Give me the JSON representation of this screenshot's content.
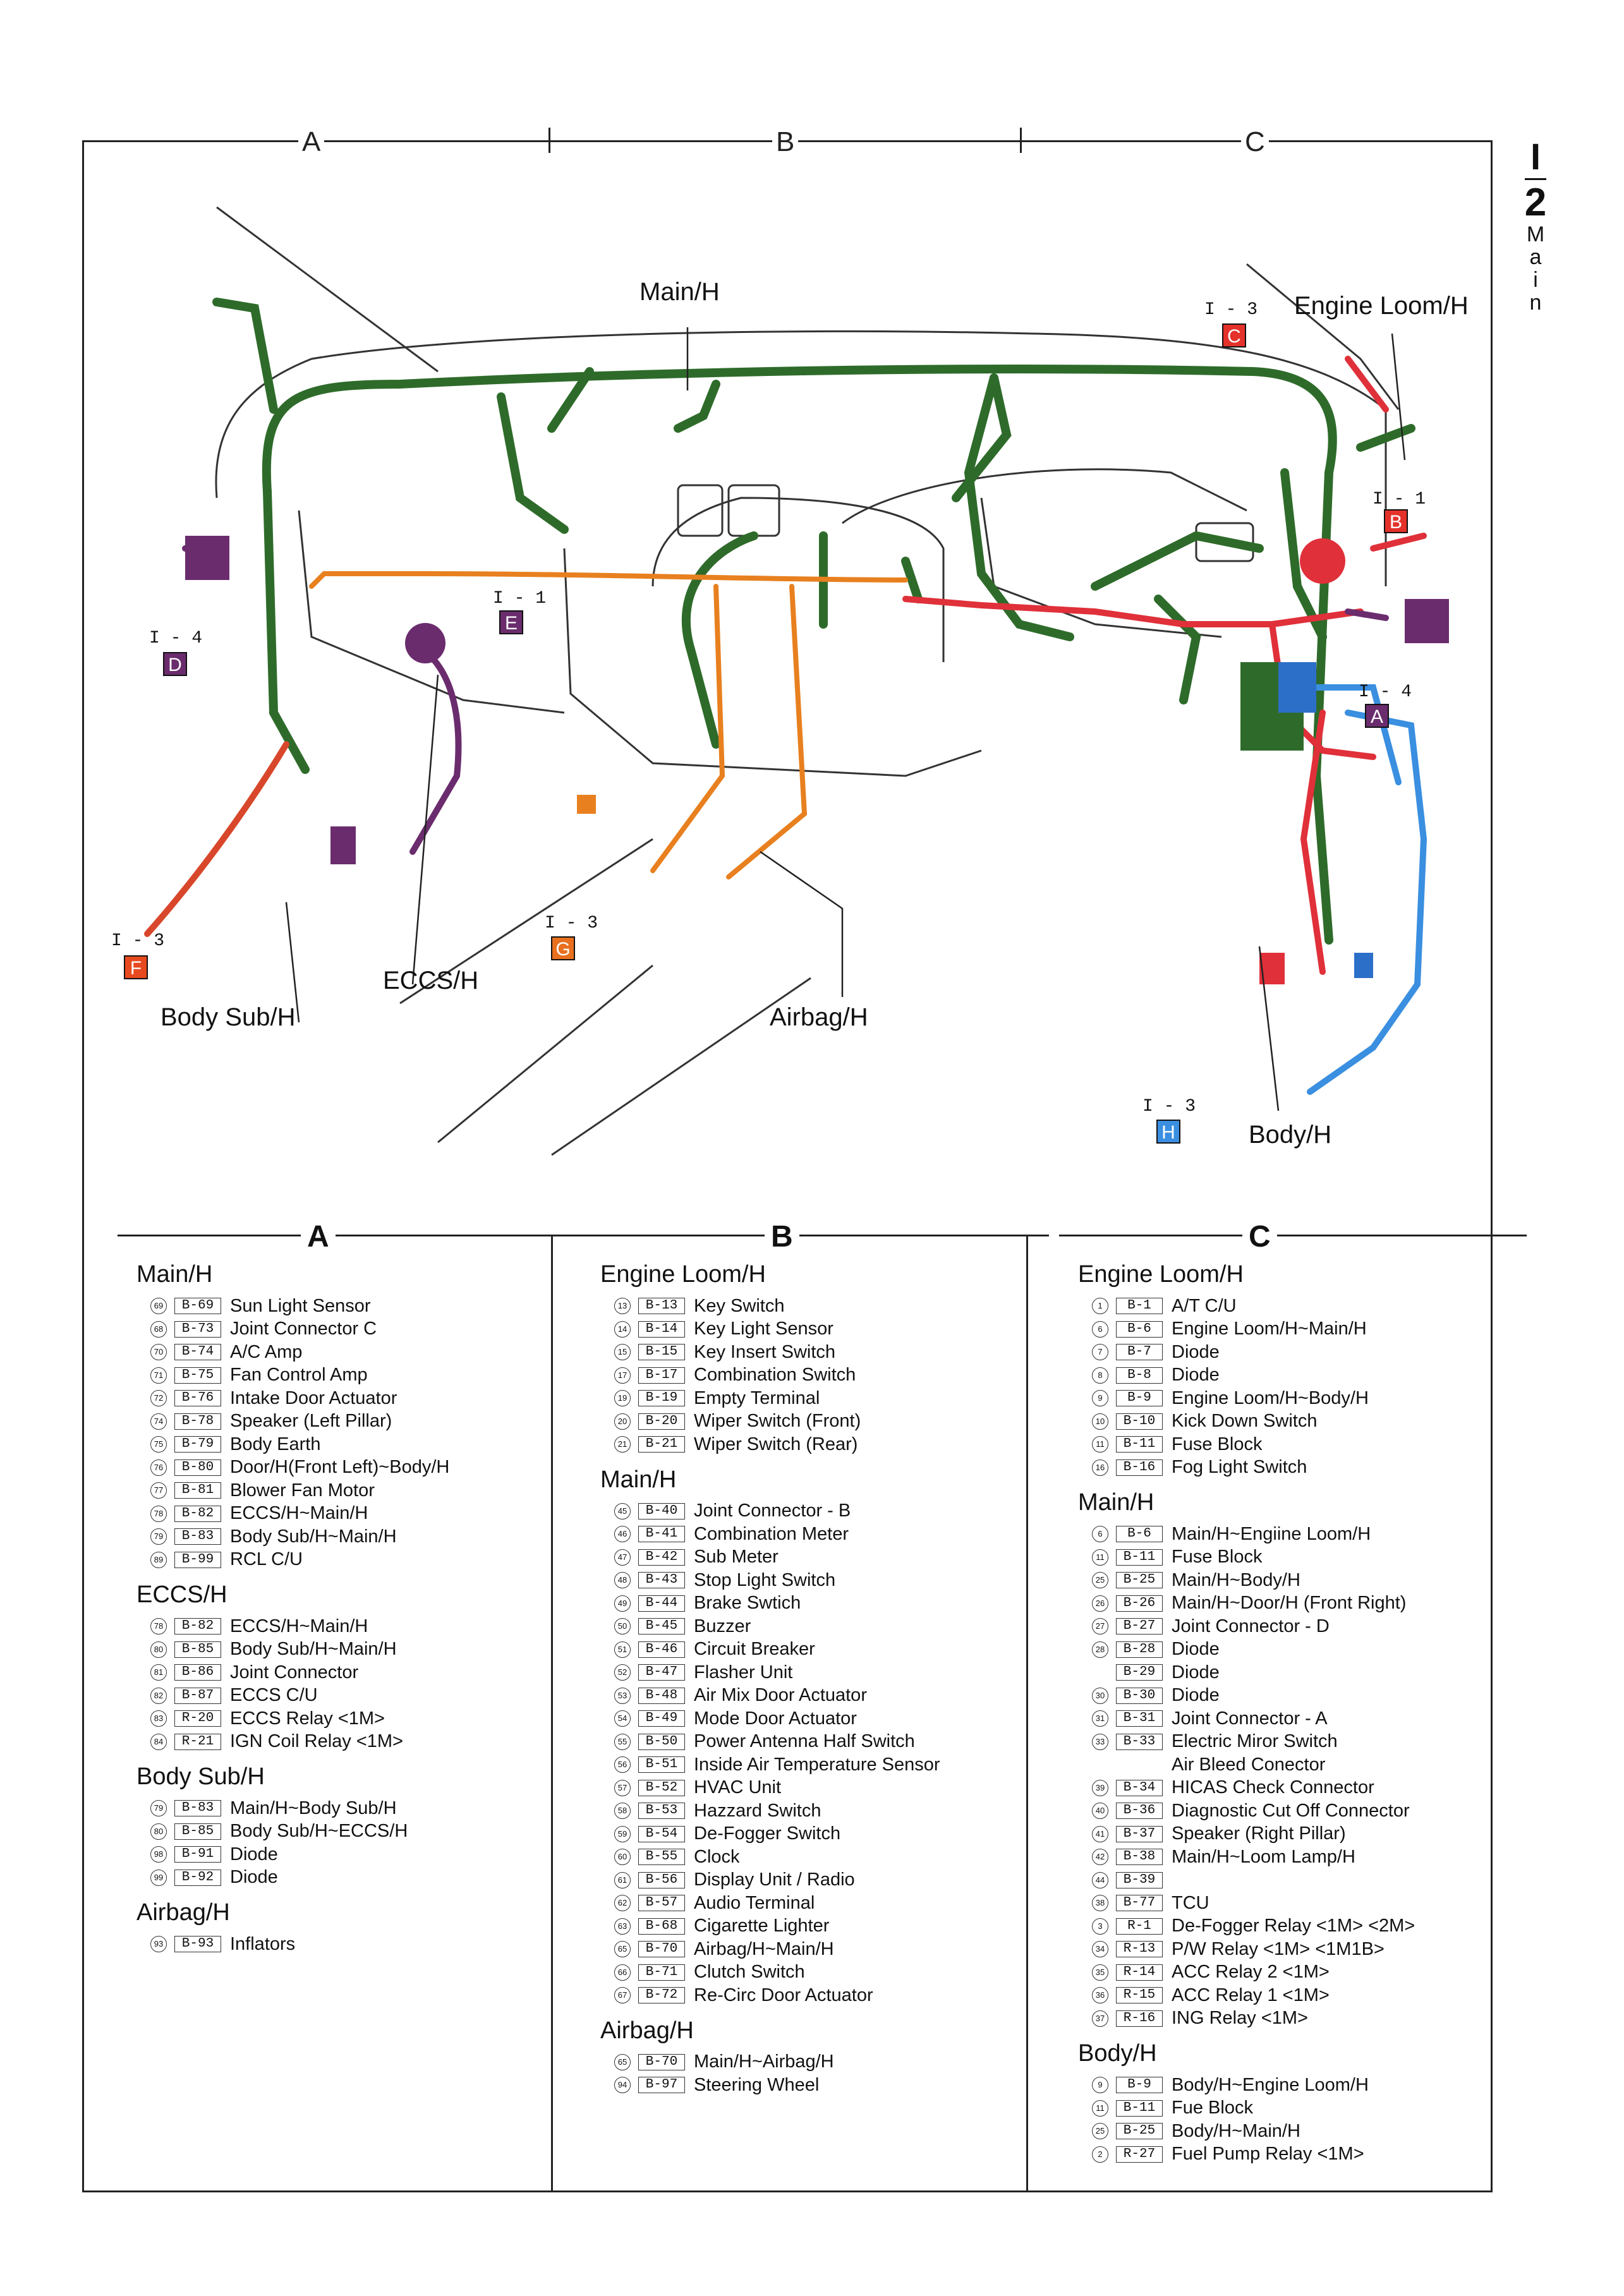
{
  "page": {
    "section": "I",
    "number": "2",
    "vertical_title": [
      "M",
      "a",
      "i",
      "n"
    ]
  },
  "zones": [
    "A",
    "B",
    "C"
  ],
  "harness_labels": {
    "main": "Main/H",
    "engine_loom": "Engine Loom/H",
    "eccs": "ECCS/H",
    "body_sub": "Body Sub/H",
    "airbag": "Airbag/H",
    "body": "Body/H"
  },
  "connector_refs": {
    "C": {
      "ref": "I - 3",
      "letter": "C",
      "color": "#e4322b"
    },
    "B": {
      "ref": "I - 1",
      "letter": "B",
      "color": "#e4322b"
    },
    "E": {
      "ref": "I - 1",
      "letter": "E",
      "color": "#6b2c6e"
    },
    "D": {
      "ref": "I - 4",
      "letter": "D",
      "color": "#6b2c6e"
    },
    "A": {
      "ref": "I - 4",
      "letter": "A",
      "color": "#6b2c6e"
    },
    "F": {
      "ref": "I - 3",
      "letter": "F",
      "color": "#e84a1f"
    },
    "G": {
      "ref": "I - 3",
      "letter": "G",
      "color": "#e8701f"
    },
    "H": {
      "ref": "I - 3",
      "letter": "H",
      "color": "#3a8fe0"
    }
  },
  "harness_colors": {
    "main": "#2e6b2a",
    "engine": "#e0303a",
    "eccs": "#6b2c6e",
    "airbag": "#e8801f",
    "body": "#3a8fe0",
    "body_sub": "#d8472b"
  },
  "legend": {
    "A": {
      "letter": "A",
      "groups": [
        {
          "title": "Main/H",
          "items": [
            {
              "n": "69",
              "code": "B-69",
              "label": "Sun Light Sensor"
            },
            {
              "n": "68",
              "code": "B-73",
              "label": "Joint Connector C"
            },
            {
              "n": "70",
              "code": "B-74",
              "label": "A/C Amp"
            },
            {
              "n": "71",
              "code": "B-75",
              "label": "Fan Control Amp"
            },
            {
              "n": "72",
              "code": "B-76",
              "label": "Intake Door Actuator"
            },
            {
              "n": "74",
              "code": "B-78",
              "label": "Speaker (Left Pillar)"
            },
            {
              "n": "75",
              "code": "B-79",
              "label": "Body Earth"
            },
            {
              "n": "76",
              "code": "B-80",
              "label": "Door/H(Front Left)~Body/H"
            },
            {
              "n": "77",
              "code": "B-81",
              "label": "Blower Fan Motor"
            },
            {
              "n": "78",
              "code": "B-82",
              "label": "ECCS/H~Main/H"
            },
            {
              "n": "79",
              "code": "B-83",
              "label": "Body Sub/H~Main/H"
            },
            {
              "n": "89",
              "code": "B-99",
              "label": "RCL C/U"
            }
          ]
        },
        {
          "title": "ECCS/H",
          "items": [
            {
              "n": "78",
              "code": "B-82",
              "label": "ECCS/H~Main/H"
            },
            {
              "n": "80",
              "code": "B-85",
              "label": "Body Sub/H~Main/H"
            },
            {
              "n": "81",
              "code": "B-86",
              "label": "Joint Connector"
            },
            {
              "n": "82",
              "code": "B-87",
              "label": "ECCS C/U"
            },
            {
              "n": "83",
              "code": "R-20",
              "label": "ECCS Relay <1M>"
            },
            {
              "n": "84",
              "code": "R-21",
              "label": "IGN Coil Relay <1M>"
            }
          ]
        },
        {
          "title": "Body Sub/H",
          "items": [
            {
              "n": "79",
              "code": "B-83",
              "label": "Main/H~Body Sub/H"
            },
            {
              "n": "80",
              "code": "B-85",
              "label": "Body Sub/H~ECCS/H"
            },
            {
              "n": "98",
              "code": "B-91",
              "label": "Diode"
            },
            {
              "n": "99",
              "code": "B-92",
              "label": "Diode"
            }
          ]
        },
        {
          "title": "Airbag/H",
          "items": [
            {
              "n": "93",
              "code": "B-93",
              "label": "Inflators"
            }
          ]
        }
      ]
    },
    "B": {
      "letter": "B",
      "groups": [
        {
          "title": "Engine Loom/H",
          "items": [
            {
              "n": "13",
              "code": "B-13",
              "label": "Key Switch"
            },
            {
              "n": "14",
              "code": "B-14",
              "label": "Key Light Sensor"
            },
            {
              "n": "15",
              "code": "B-15",
              "label": "Key Insert Switch"
            },
            {
              "n": "17",
              "code": "B-17",
              "label": "Combination Switch"
            },
            {
              "n": "19",
              "code": "B-19",
              "label": "Empty Terminal"
            },
            {
              "n": "20",
              "code": "B-20",
              "label": "Wiper Switch (Front)"
            },
            {
              "n": "21",
              "code": "B-21",
              "label": "Wiper Switch (Rear)"
            }
          ]
        },
        {
          "title": "Main/H",
          "items": [
            {
              "n": "45",
              "code": "B-40",
              "label": "Joint Connector - B"
            },
            {
              "n": "46",
              "code": "B-41",
              "label": "Combination Meter"
            },
            {
              "n": "47",
              "code": "B-42",
              "label": "Sub Meter"
            },
            {
              "n": "48",
              "code": "B-43",
              "label": "Stop Light Switch"
            },
            {
              "n": "49",
              "code": "B-44",
              "label": "Brake Swtich"
            },
            {
              "n": "50",
              "code": "B-45",
              "label": "Buzzer"
            },
            {
              "n": "51",
              "code": "B-46",
              "label": "Circuit Breaker"
            },
            {
              "n": "52",
              "code": "B-47",
              "label": "Flasher Unit"
            },
            {
              "n": "53",
              "code": "B-48",
              "label": "Air Mix Door Actuator"
            },
            {
              "n": "54",
              "code": "B-49",
              "label": "Mode Door Actuator"
            },
            {
              "n": "55",
              "code": "B-50",
              "label": "Power Antenna Half Switch"
            },
            {
              "n": "56",
              "code": "B-51",
              "label": "Inside Air Temperature Sensor"
            },
            {
              "n": "57",
              "code": "B-52",
              "label": "HVAC Unit"
            },
            {
              "n": "58",
              "code": "B-53",
              "label": "Hazzard Switch"
            },
            {
              "n": "59",
              "code": "B-54",
              "label": "De-Fogger Switch"
            },
            {
              "n": "60",
              "code": "B-55",
              "label": "Clock"
            },
            {
              "n": "61",
              "code": "B-56",
              "label": "Display Unit / Radio"
            },
            {
              "n": "62",
              "code": "B-57",
              "label": "Audio Terminal"
            },
            {
              "n": "63",
              "code": "B-68",
              "label": "Cigarette Lighter"
            },
            {
              "n": "65",
              "code": "B-70",
              "label": "Airbag/H~Main/H"
            },
            {
              "n": "66",
              "code": "B-71",
              "label": "Clutch Switch"
            },
            {
              "n": "67",
              "code": "B-72",
              "label": "Re-Circ Door Actuator"
            }
          ]
        },
        {
          "title": "Airbag/H",
          "items": [
            {
              "n": "65",
              "code": "B-70",
              "label": "Main/H~Airbag/H"
            },
            {
              "n": "94",
              "code": "B-97",
              "label": "Steering Wheel"
            }
          ]
        }
      ]
    },
    "C": {
      "letter": "C",
      "groups": [
        {
          "title": "Engine Loom/H",
          "items": [
            {
              "n": "1",
              "code": "B-1",
              "label": "A/T C/U"
            },
            {
              "n": "6",
              "code": "B-6",
              "label": "Engine Loom/H~Main/H"
            },
            {
              "n": "7",
              "code": "B-7",
              "label": "Diode"
            },
            {
              "n": "8",
              "code": "B-8",
              "label": "Diode"
            },
            {
              "n": "9",
              "code": "B-9",
              "label": "Engine Loom/H~Body/H"
            },
            {
              "n": "10",
              "code": "B-10",
              "label": "Kick Down Switch"
            },
            {
              "n": "11",
              "code": "B-11",
              "label": "Fuse Block"
            },
            {
              "n": "16",
              "code": "B-16",
              "label": "Fog Light Switch"
            }
          ]
        },
        {
          "title": "Main/H",
          "items": [
            {
              "n": "6",
              "code": "B-6",
              "label": "Main/H~Engiine Loom/H"
            },
            {
              "n": "11",
              "code": "B-11",
              "label": "Fuse Block"
            },
            {
              "n": "25",
              "code": "B-25",
              "label": "Main/H~Body/H"
            },
            {
              "n": "26",
              "code": "B-26",
              "label": "Main/H~Door/H (Front Right)"
            },
            {
              "n": "27",
              "code": "B-27",
              "label": "Joint Connector - D"
            },
            {
              "n": "28",
              "code": "B-28",
              "label": "Diode"
            },
            {
              "n": "",
              "code": "B-29",
              "label": "Diode"
            },
            {
              "n": "30",
              "code": "B-30",
              "label": "Diode"
            },
            {
              "n": "31",
              "code": "B-31",
              "label": "Joint Connector - A"
            },
            {
              "n": "33",
              "code": "B-33",
              "label": "Electric Miror Switch"
            },
            {
              "n": "",
              "code": "",
              "label": "Air Bleed Conector"
            },
            {
              "n": "39",
              "code": "B-34",
              "label": "HICAS Check Connector"
            },
            {
              "n": "40",
              "code": "B-36",
              "label": "Diagnostic Cut Off Connector"
            },
            {
              "n": "41",
              "code": "B-37",
              "label": "Speaker (Right Pillar)"
            },
            {
              "n": "42",
              "code": "B-38",
              "label": "Main/H~Loom Lamp/H"
            },
            {
              "n": "44",
              "code": "B-39",
              "label": ""
            },
            {
              "n": "38",
              "code": "B-77",
              "label": "TCU"
            },
            {
              "n": "3",
              "code": "R-1",
              "label": "De-Fogger Relay <1M> <2M>"
            },
            {
              "n": "34",
              "code": "R-13",
              "label": "P/W Relay <1M> <1M1B>"
            },
            {
              "n": "35",
              "code": "R-14",
              "label": "ACC Relay 2 <1M>"
            },
            {
              "n": "36",
              "code": "R-15",
              "label": "ACC Relay 1 <1M>"
            },
            {
              "n": "37",
              "code": "R-16",
              "label": "ING Relay <1M>"
            }
          ]
        },
        {
          "title": "Body/H",
          "items": [
            {
              "n": "9",
              "code": "B-9",
              "label": "Body/H~Engine Loom/H"
            },
            {
              "n": "11",
              "code": "B-11",
              "label": "Fue Block"
            },
            {
              "n": "25",
              "code": "B-25",
              "label": "Body/H~Main/H"
            },
            {
              "n": "2",
              "code": "R-27",
              "label": "Fuel Pump Relay <1M>"
            }
          ]
        }
      ]
    }
  }
}
